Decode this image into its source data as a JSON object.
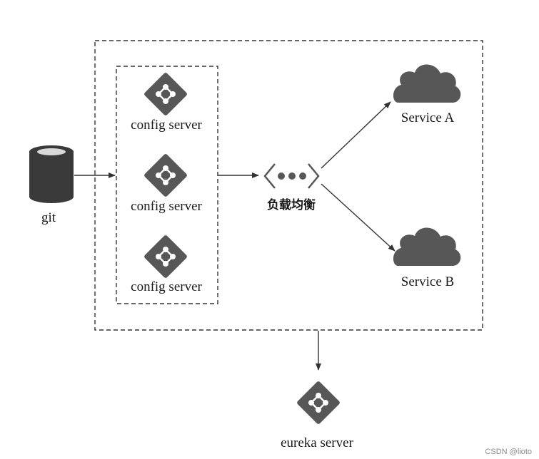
{
  "git": {
    "label": "git",
    "icon": "database-cylinder-icon"
  },
  "config_servers": [
    {
      "label": "config server",
      "icon": "config-diamond-icon"
    },
    {
      "label": "config server",
      "icon": "config-diamond-icon"
    },
    {
      "label": "config server",
      "icon": "config-diamond-icon"
    }
  ],
  "load_balancer": {
    "label": "负载均衡",
    "icon": "load-balancer-icon"
  },
  "services": [
    {
      "label": "Service A",
      "icon": "cloud-icon"
    },
    {
      "label": "Service B",
      "icon": "cloud-icon"
    }
  ],
  "eureka": {
    "label": "eureka server",
    "icon": "eureka-diamond-icon"
  },
  "watermark": "CSDN @lioto",
  "colors": {
    "icon": "#575757",
    "icon_dark": "#3a3a3a",
    "line": "#333333",
    "node": "#ffffff"
  }
}
